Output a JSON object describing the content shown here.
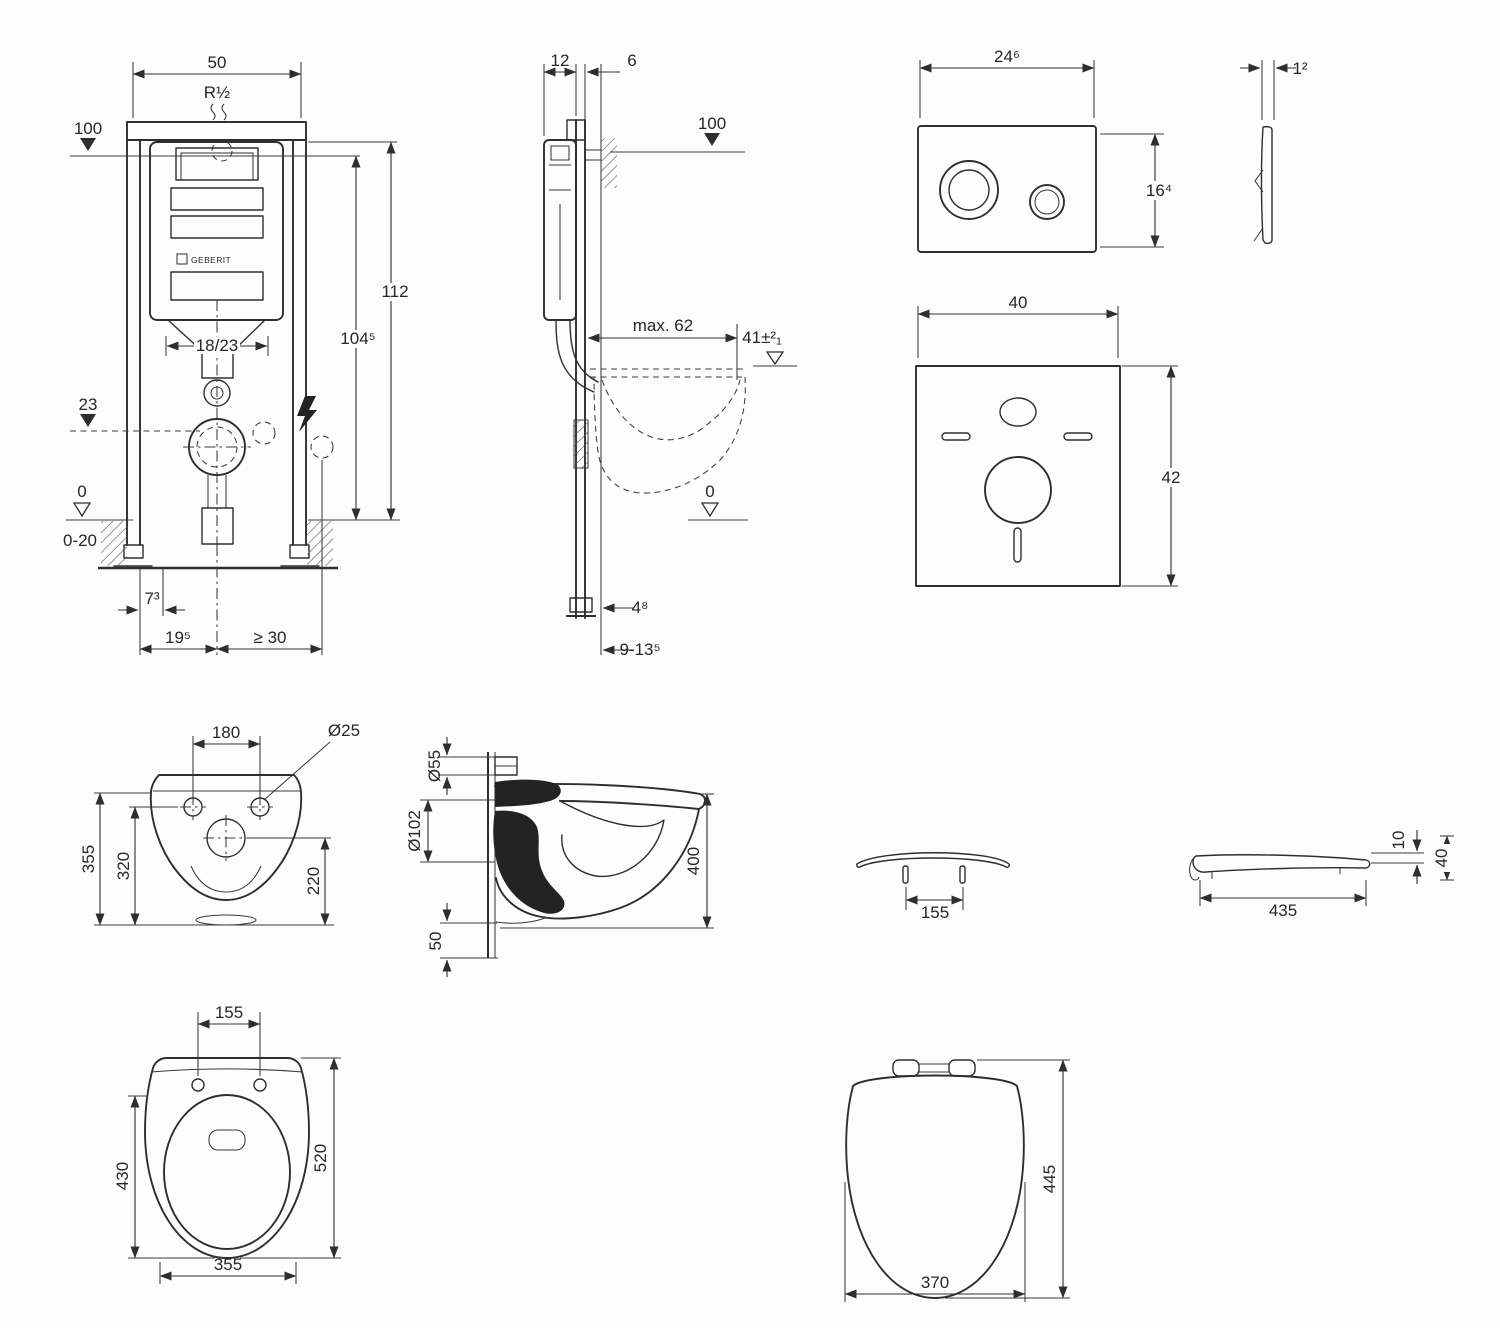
{
  "drawings": {
    "frame_front": {
      "width": "50",
      "thread": "R½",
      "level_top": "100",
      "height_total": "112",
      "height_flush": "104⁵",
      "outlet_offset": "18/23",
      "level_outlet": "23",
      "level_floor": "0",
      "floor_range": "0-20",
      "foot_width": "7³",
      "foot_offset": "19⁵",
      "side_clearance": "≥ 30",
      "brand": "GEBERIT"
    },
    "frame_side": {
      "rail_depth": "12",
      "gap": "6",
      "level_top": "100",
      "max_depth": "max. 62",
      "rim_height": "41±²₁",
      "level_floor": "0",
      "wall_gap": "4⁸",
      "floor_depth": "9-13⁵"
    },
    "flush_plate": {
      "width": "24⁶",
      "height": "16⁴",
      "thickness": "1²"
    },
    "sound_mat": {
      "width": "40",
      "height": "42"
    },
    "bowl_front": {
      "hole_spacing": "180",
      "hole_dia": "Ø25",
      "height_total": "355",
      "height_holes": "320",
      "height_center": "220"
    },
    "bowl_side": {
      "inlet_dia": "Ø55",
      "outlet_dia": "Ø102",
      "depth": "400",
      "bottom_offset": "50"
    },
    "seat_profile": {
      "hinge_spacing": "155"
    },
    "lid_profile": {
      "thickness": "10",
      "height": "40",
      "length": "435"
    },
    "bowl_top": {
      "hole_spacing": "155",
      "inner_length": "430",
      "length": "520",
      "width": "355"
    },
    "seat_top": {
      "length": "445",
      "width": "370"
    }
  }
}
